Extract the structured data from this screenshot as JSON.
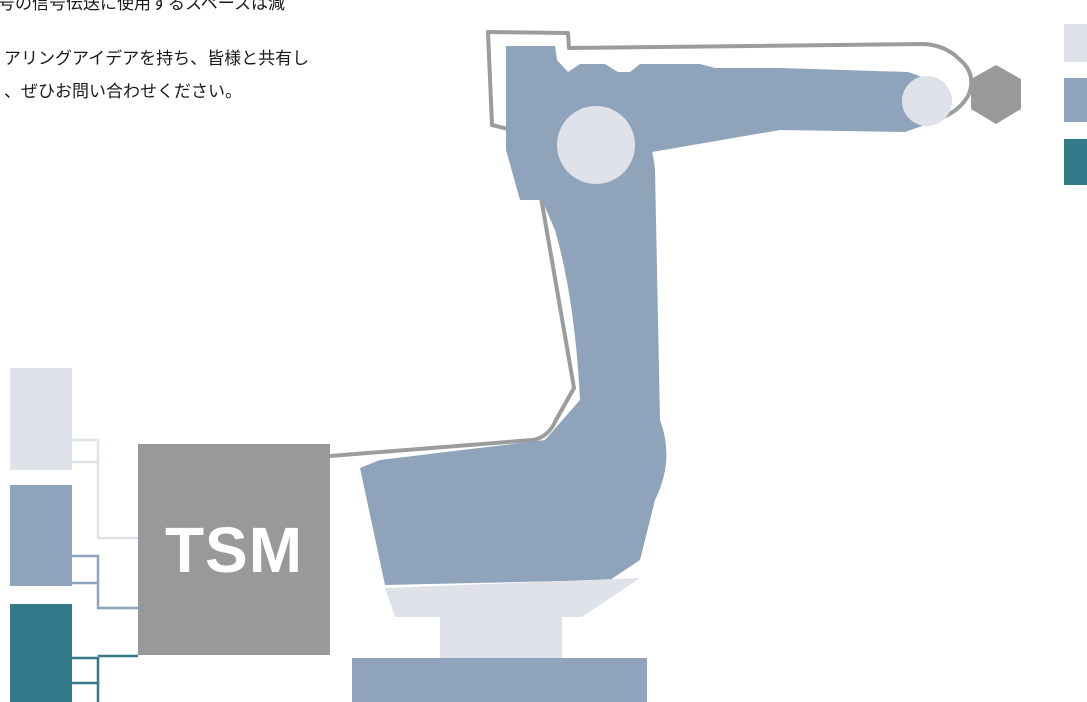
{
  "intro": {
    "line0": "号の信号伝送に使用するスペースは減",
    "line1": "アリングアイデアを持ち、皆様と共有し",
    "line2": "、ぜひお問い合わせください。"
  },
  "tsm_box": {
    "label": "TSM"
  },
  "colors": {
    "light": "#dfe2e9",
    "mid": "#8fa3bb",
    "dark": "#33798a",
    "gray": "#97999b",
    "outline": "#9a9c9e"
  }
}
